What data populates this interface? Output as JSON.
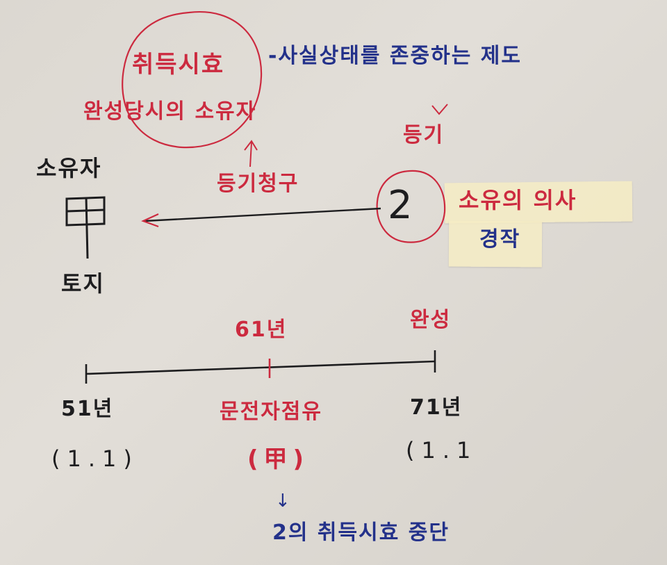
{
  "colors": {
    "red": "#cc2a3f",
    "blue": "#23318a",
    "black": "#1d1d1f",
    "tape": "#f4e9c2"
  },
  "top_note": {
    "circled_term": "취득시효",
    "dash_description": "-사실상태를 존중하는 제도",
    "owner_at_completion": "완성당시의 소유자"
  },
  "owner": {
    "label": "소유자",
    "symbol": "甲",
    "land": "토지"
  },
  "registration_request": "등기청구",
  "right_side": {
    "registration": "등기",
    "party": "2",
    "owner_intent": "소유의 의사",
    "cultivation": "경작"
  },
  "timeline": {
    "mid_label_above": "61년",
    "end_label_above": "완성",
    "start_label": "51년",
    "start_date": "(1.1)",
    "mid_event": "문전자점유",
    "mid_party": "(甲)",
    "end_label": "71년",
    "end_date": "(1.1"
  },
  "bottom_note": {
    "arrow": "↓",
    "text": "2의 취득시효 중단"
  }
}
